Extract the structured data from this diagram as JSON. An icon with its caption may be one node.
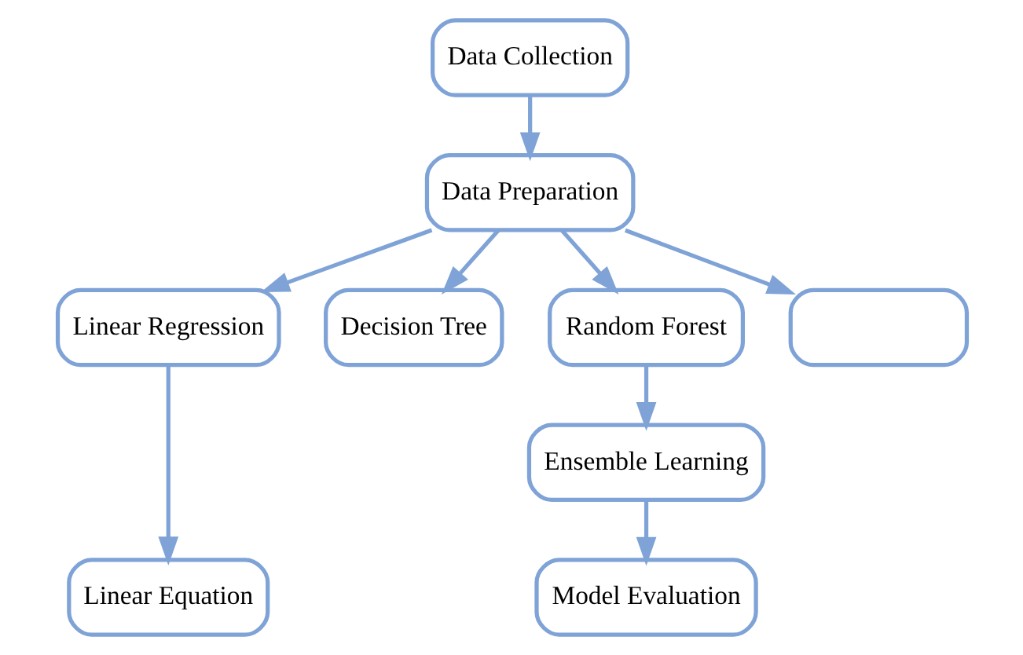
{
  "diagram": {
    "nodes": [
      {
        "text": [
          "Data Collection"
        ]
      },
      {
        "text": [
          "Data Preparation"
        ]
      },
      {
        "text": [
          "Linear Regression"
        ]
      },
      {
        "text": [
          "Decision Tree"
        ]
      },
      {
        "text": [
          "Random Forest"
        ]
      },
      {
        "text": [],
        "shape": "box"
      },
      {
        "text": [
          "Ensemble Learning"
        ]
      },
      {
        "text": [
          "Linear Equation"
        ]
      },
      {
        "text": [
          "Model Evaluation"
        ]
      }
    ],
    "edges": [
      {
        "from": 0,
        "to": 1,
        "arrow": "to"
      },
      {
        "from": 1,
        "to": 2,
        "arrow": "to"
      },
      {
        "from": 1,
        "to": 3,
        "arrow": "to"
      },
      {
        "from": 1,
        "to": 4,
        "arrow": "to"
      },
      {
        "from": 1,
        "to": 5,
        "arrow": "to"
      },
      {
        "from": 2,
        "to": 7,
        "arrow": "to"
      },
      {
        "from": 4,
        "to": 6,
        "arrow": "to"
      },
      {
        "from": 6,
        "to": 8,
        "arrow": "to"
      }
    ]
  }
}
